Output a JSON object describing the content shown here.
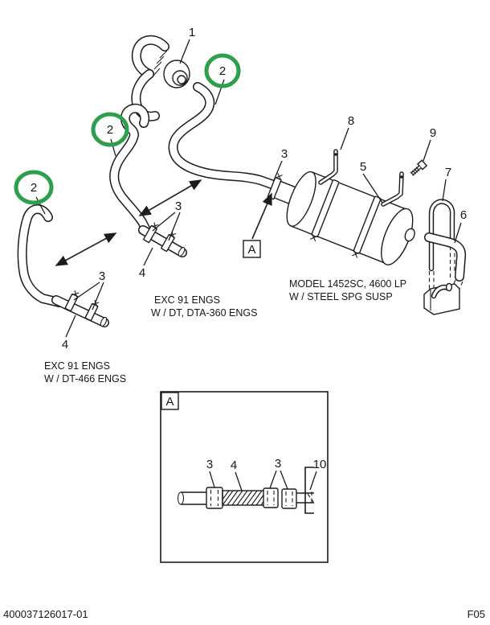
{
  "figure": {
    "doc_number": "400037126017-01",
    "figure_code": "F05"
  },
  "highlight": {
    "color": "#2d9e4b",
    "part": "2"
  },
  "parts": {
    "p1": "1",
    "p2": "2",
    "p3": "3",
    "p4": "4",
    "p5": "5",
    "p6": "6",
    "p7": "7",
    "p8": "8",
    "p9": "9",
    "p10": "10"
  },
  "detail": {
    "ref": "A"
  },
  "labels": {
    "left_pipe": {
      "line1": "EXC 91 ENGS",
      "line2": "W / DT-466 ENGS"
    },
    "mid_pipe": {
      "line1": "EXC 91 ENGS",
      "line2": "W / DT, DTA-360 ENGS"
    },
    "muffler": {
      "line1": "MODEL 1452SC, 4600 LP",
      "line2": "W / STEEL SPG SUSP"
    }
  }
}
